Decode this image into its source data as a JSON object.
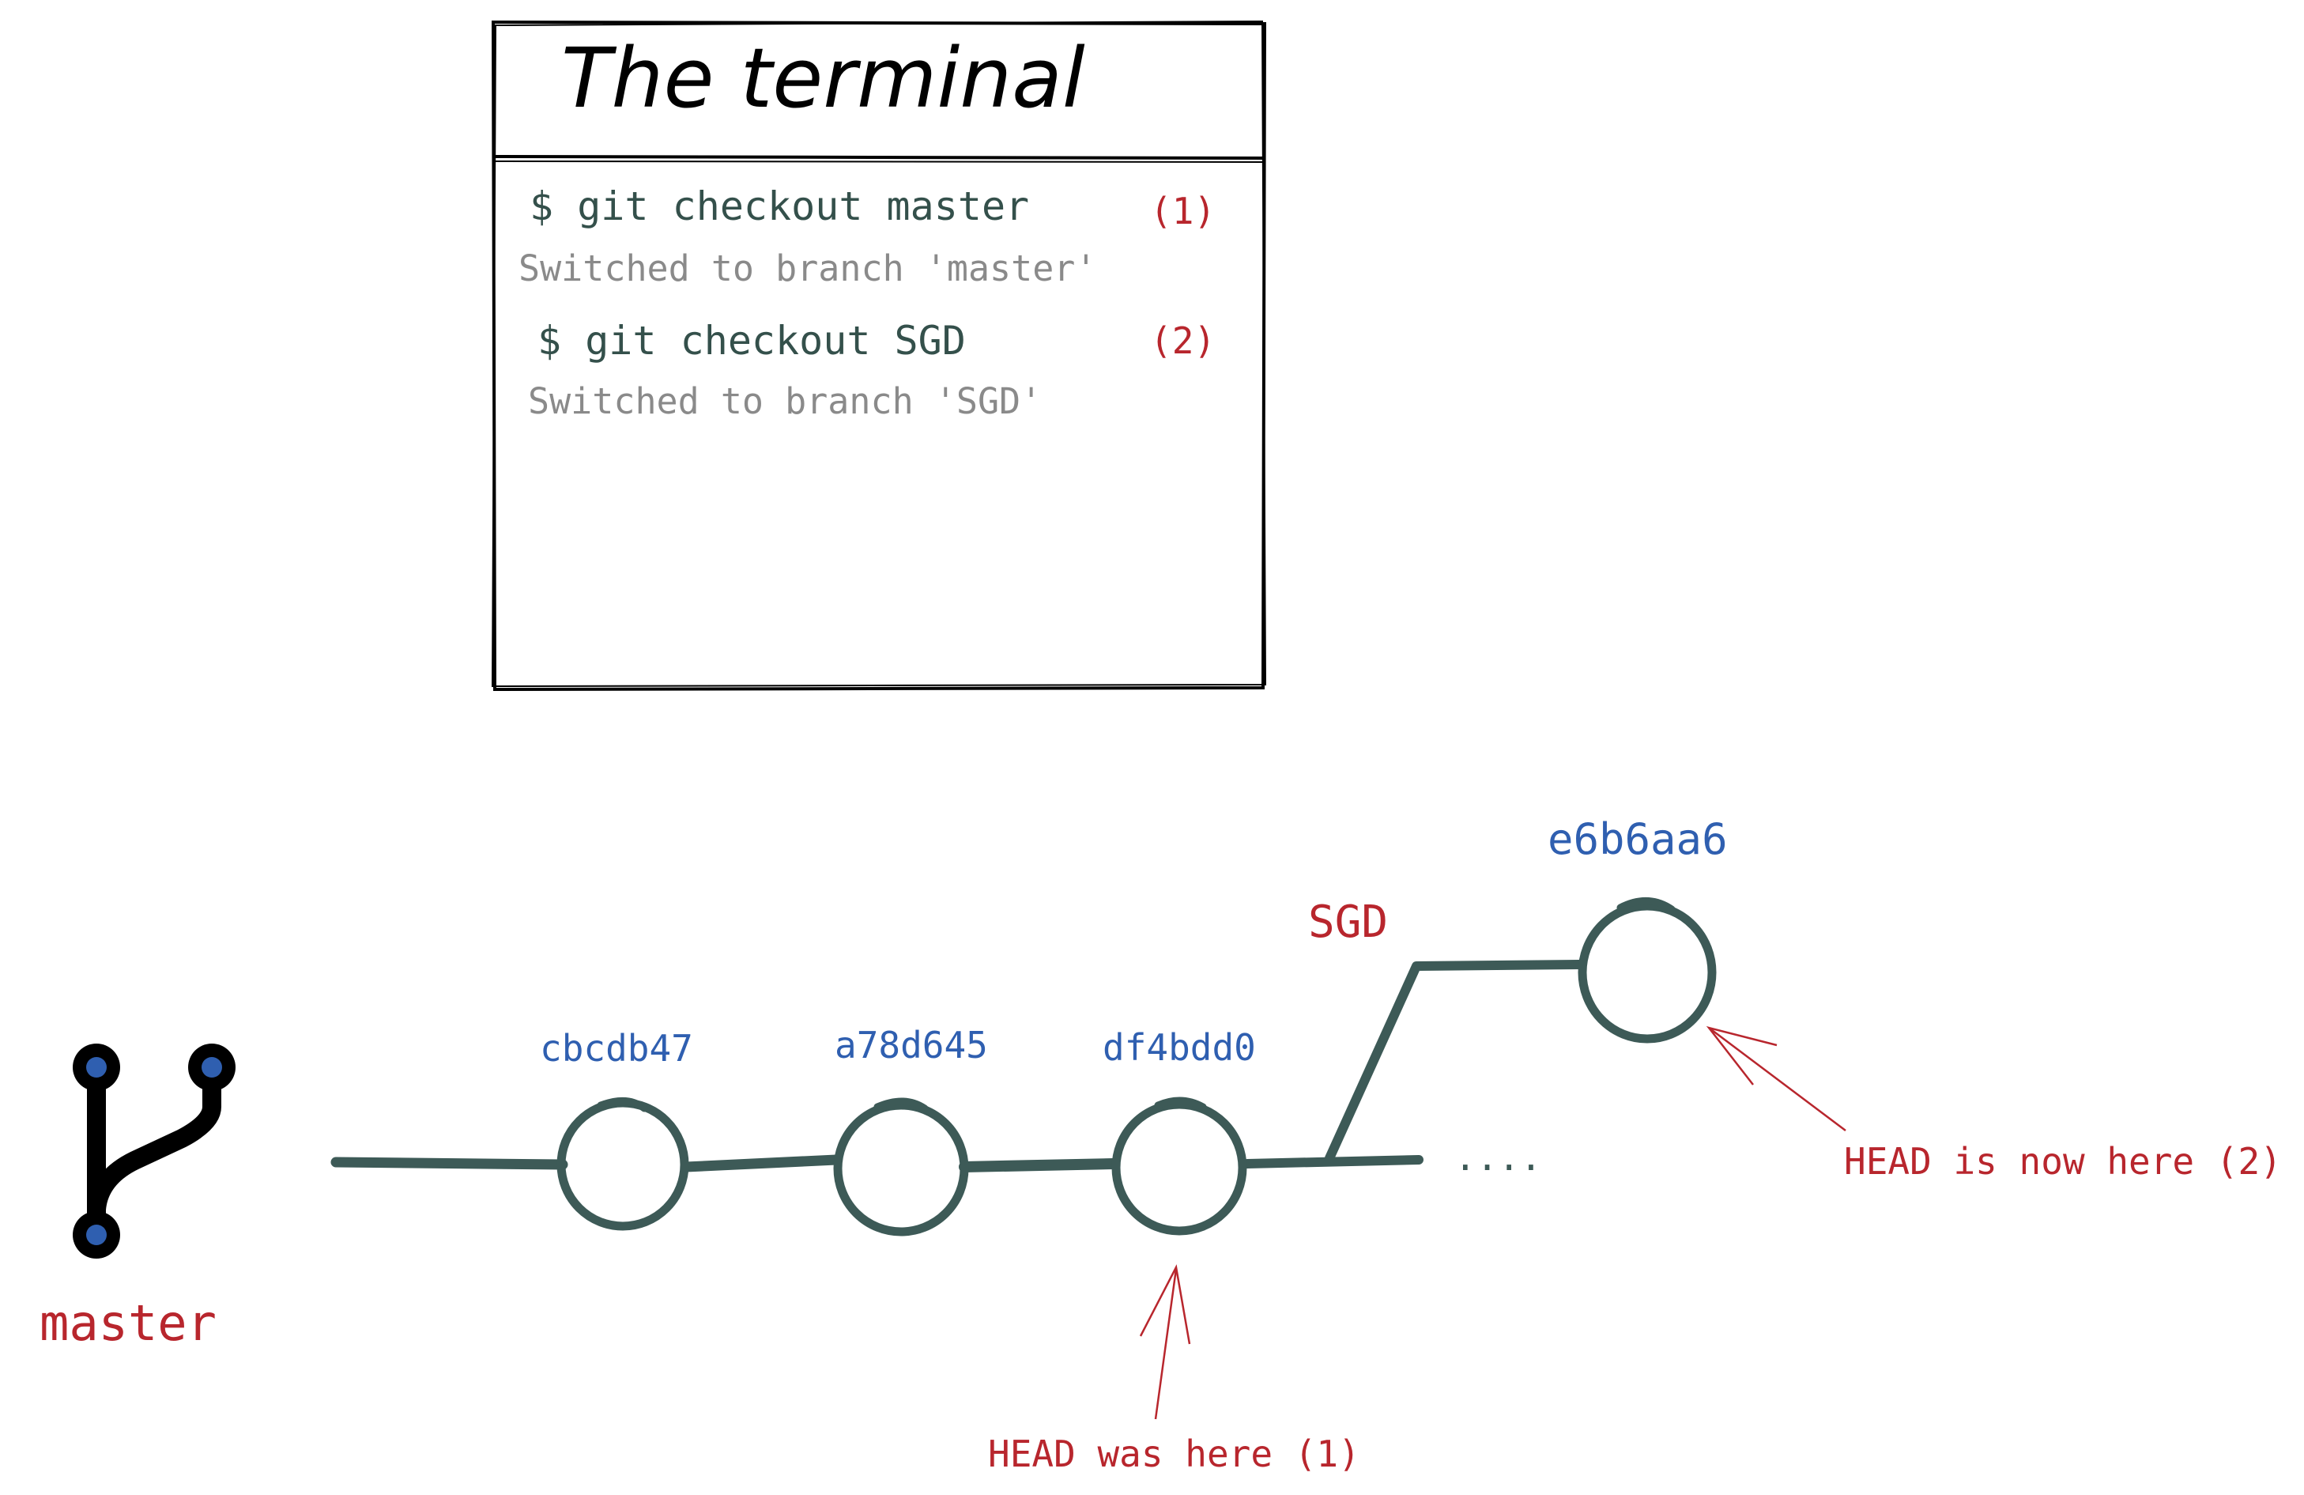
{
  "terminal": {
    "title": "The terminal",
    "lines": [
      {
        "command": "$ git checkout master",
        "marker": "(1)",
        "output": "Switched to branch 'master'"
      },
      {
        "command": "$ git checkout SGD",
        "marker": "(2)",
        "output": "Switched to branch 'SGD'"
      }
    ]
  },
  "graph": {
    "main_branch_label": "master",
    "side_branch_label": "SGD",
    "ellipsis": "....",
    "commits": [
      {
        "hash": "cbcdb47"
      },
      {
        "hash": "a78d645"
      },
      {
        "hash": "df4bdd0"
      },
      {
        "hash": "e6b6aa6"
      }
    ],
    "annotations": {
      "head_before": "HEAD was here (1)",
      "head_after": "HEAD is now here (2)"
    }
  },
  "colors": {
    "ink": "#000000",
    "graph_line": "#3d5a57",
    "hash": "#2f5fb0",
    "accent_red": "#b8262d",
    "command_text": "#34504b",
    "output_text": "#8a8a8a",
    "icon_dot": "#2f5fb0"
  },
  "icons": {
    "branch": "git-branch-icon"
  }
}
